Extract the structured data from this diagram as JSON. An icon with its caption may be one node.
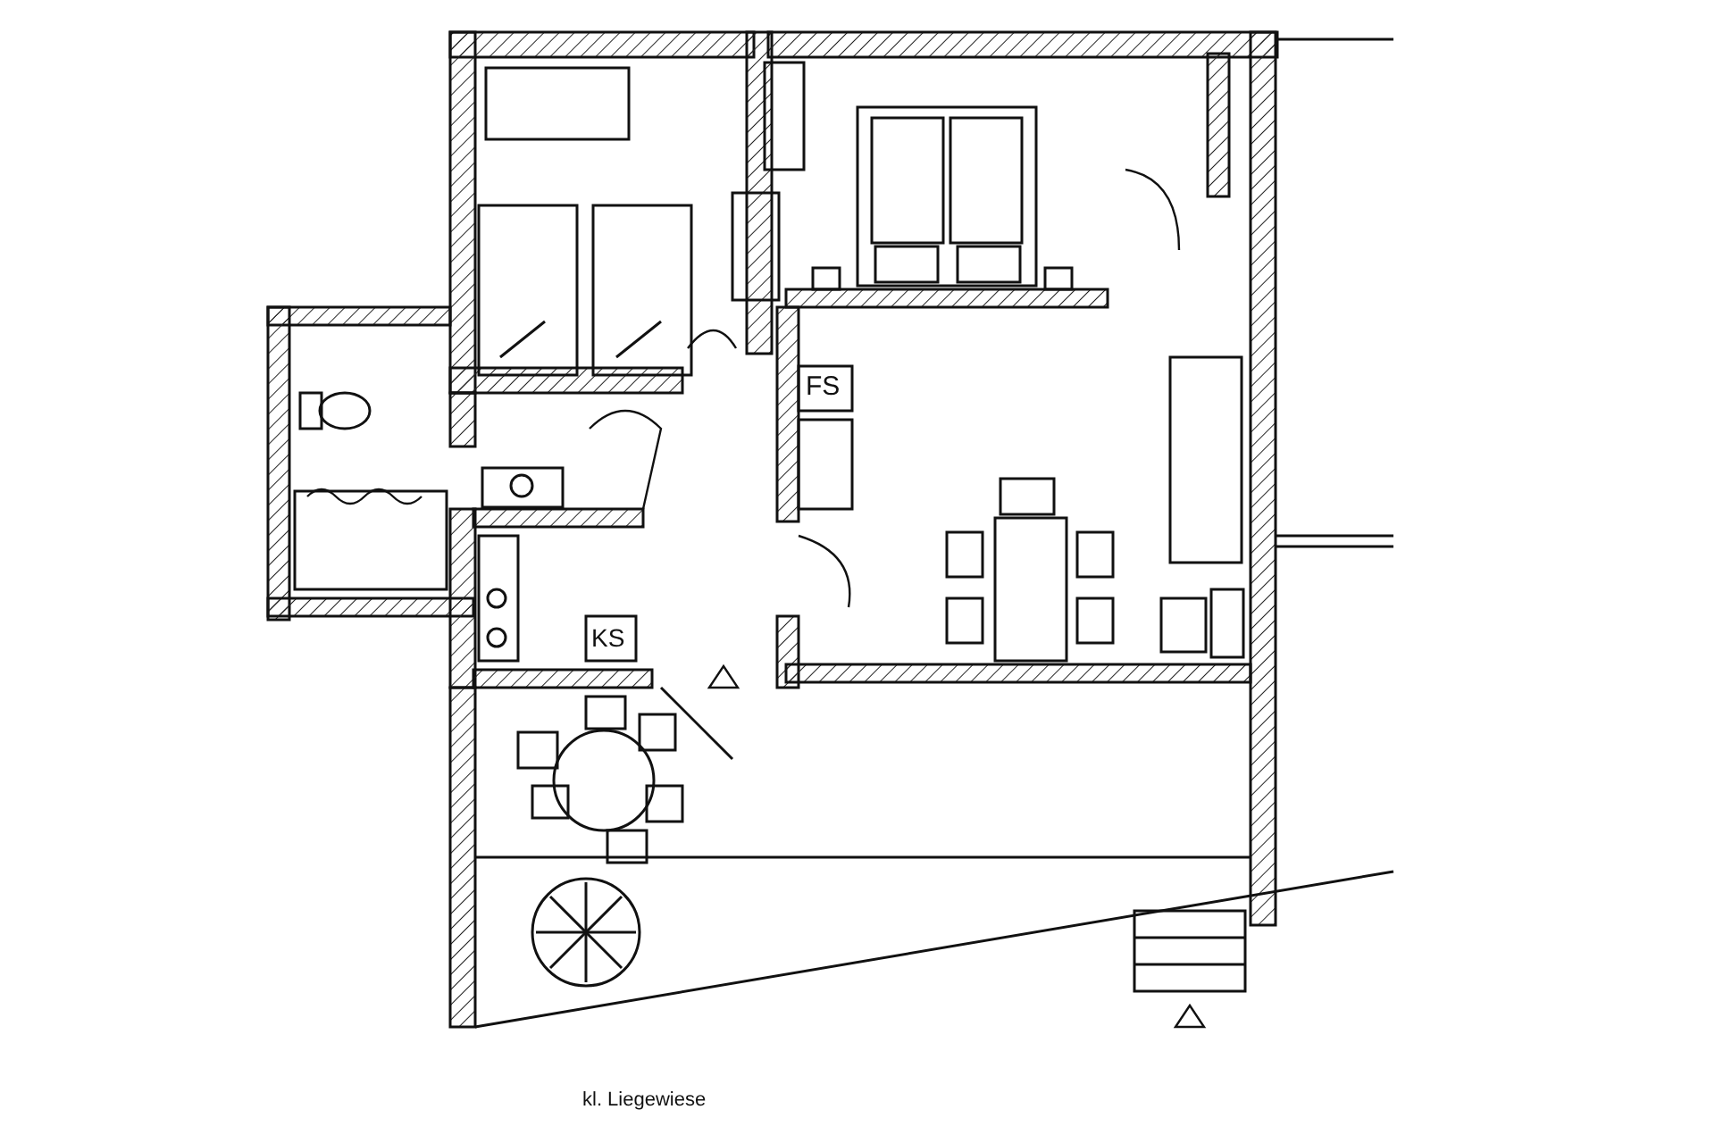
{
  "diagram": {
    "labels": [
      "FS",
      "KS",
      "kl. Liegewiese"
    ]
  }
}
